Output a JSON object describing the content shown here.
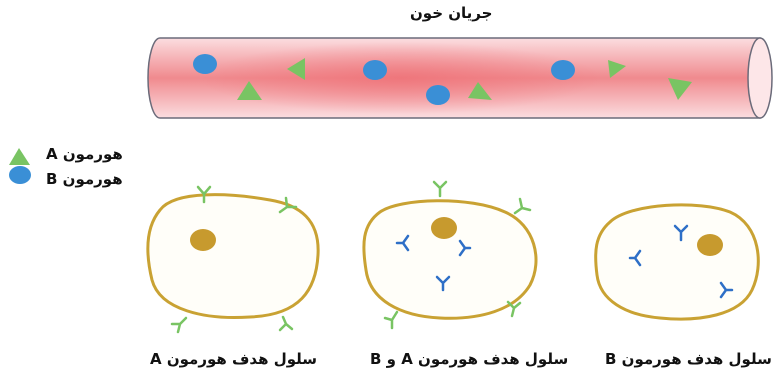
{
  "blood_vessel": {
    "title": "جریان خون"
  },
  "legend": {
    "hormone_a": {
      "label": "هورمون A",
      "color": "#79c463",
      "icon": "green-triangle"
    },
    "hormone_b": {
      "label": "هورمون B",
      "color": "#3a8fd6",
      "icon": "blue-ellipse"
    }
  },
  "cells": {
    "target_a": {
      "caption": "سلول هدف هورمون A"
    },
    "target_ab": {
      "caption": "سلول هدف هورمون A و B"
    },
    "target_b": {
      "caption": "سلول هدف هورمون B"
    }
  },
  "colors": {
    "vessel_center": "#f0868a",
    "vessel_edge": "#fbd9dc",
    "cell_membrane": "#c9a233",
    "nucleus": "#c79a2e",
    "receptor_a": "#79c463",
    "receptor_b": "#2e6fc7"
  }
}
